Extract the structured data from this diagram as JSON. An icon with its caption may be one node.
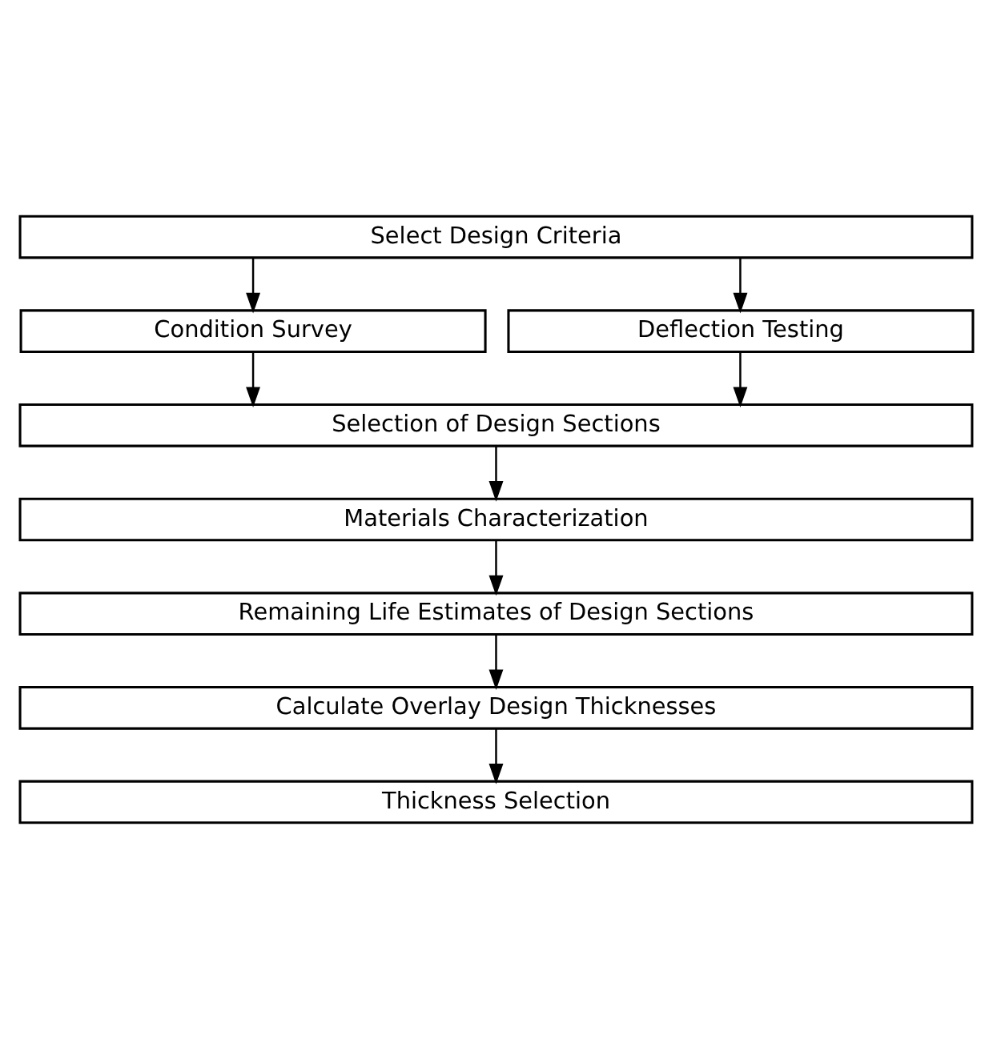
{
  "diagram": {
    "nodes": [
      {
        "text": [
          "Select Design Criteria"
        ]
      },
      {
        "text": [
          "Condition Survey"
        ]
      },
      {
        "text": [
          "Deflection Testing"
        ]
      },
      {
        "text": [
          "Selection of Design Sections"
        ]
      },
      {
        "text": [
          "Materials Characterization"
        ]
      },
      {
        "text": [
          "Remaining Life Estimates of Design Sections"
        ]
      },
      {
        "text": [
          "Calculate Overlay Design Thicknesses"
        ]
      },
      {
        "text": [
          "Thickness Selection"
        ]
      }
    ],
    "edges": [
      {
        "from": 0,
        "to": 1,
        "arrow": "to"
      },
      {
        "from": 0,
        "to": 2,
        "arrow": "to"
      },
      {
        "from": 1,
        "to": 3,
        "arrow": "to"
      },
      {
        "from": 2,
        "to": 3,
        "arrow": "to"
      },
      {
        "from": 3,
        "to": 4,
        "arrow": "to"
      },
      {
        "from": 4,
        "to": 5,
        "arrow": "to"
      },
      {
        "from": 5,
        "to": 6,
        "arrow": "to"
      },
      {
        "from": 6,
        "to": 7,
        "arrow": "to"
      }
    ]
  }
}
